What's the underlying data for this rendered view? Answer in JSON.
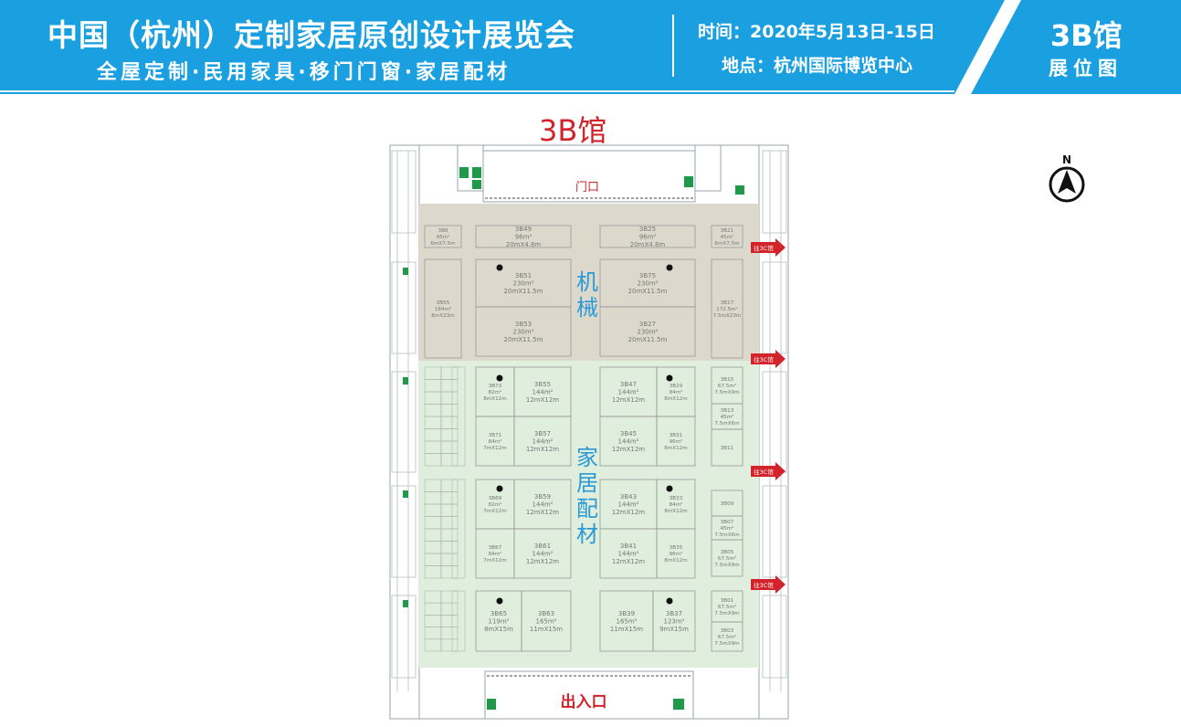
{
  "header": {
    "title": "中国（杭州）定制家居原创设计展览会",
    "subtitle": "全屋定制·民用家具·移门门窗·家居配材",
    "time_text": "时间：2020年5月13日-15日",
    "place_text": "地点：杭州国际博览中心",
    "hall": "3B馆",
    "map_label": "展位图",
    "color_primary": "#1aa0e0"
  },
  "plan": {
    "title": "3B馆",
    "compass_label": "N",
    "entrance_top": "门口",
    "entrance_bottom": "出入口",
    "arrow_label": "往3C馆",
    "zone_machinery": "机械",
    "zone_home": "家居配材",
    "colors": {
      "machinery": "#dcd8cb",
      "home": "#dfeedd",
      "arrow": "#d2232a",
      "zone_text": "#2a9ad6"
    },
    "booths": {
      "b3b8": {
        "id": "3B8",
        "area": "45m²",
        "dim": "6mX7.5m"
      },
      "b3b49": {
        "id": "3B49",
        "area": "96m²",
        "dim": "20mX4.8m"
      },
      "b3b25": {
        "id": "3B25",
        "area": "96m²",
        "dim": "20mX4.8m"
      },
      "b3b21": {
        "id": "3B21",
        "area": "45m²",
        "dim": "6mX7.5m"
      },
      "b3b55": {
        "id": "3B55",
        "area": "184m²",
        "dim": "8mX23m"
      },
      "b3b51": {
        "id": "3B51",
        "area": "230m²",
        "dim": "20mX11.5m"
      },
      "b3b53": {
        "id": "3B53",
        "area": "230m²",
        "dim": "20mX11.5m"
      },
      "b3b75": {
        "id": "3B75",
        "area": "230m²",
        "dim": "20mX11.5m"
      },
      "b3b27": {
        "id": "3B27",
        "area": "230m²",
        "dim": "20mX11.5m"
      },
      "b3b17": {
        "id": "3B17",
        "area": "172.5m²",
        "dim": "7.5mX23m"
      },
      "b3b73": {
        "id": "3B73",
        "area": "82m²",
        "dim": "8mX12m"
      },
      "b3b55b": {
        "id": "3B55",
        "area": "144m²",
        "dim": "12mX12m"
      },
      "b3b47": {
        "id": "3B47",
        "area": "144m²",
        "dim": "12mX12m"
      },
      "b3b29": {
        "id": "3B29",
        "area": "84m²",
        "dim": "8mX12m"
      },
      "b3b15": {
        "id": "3B15",
        "area": "67.5m²",
        "dim": "7.5mX9m"
      },
      "b3b13": {
        "id": "3B13",
        "area": "45m²",
        "dim": "7.5mX6m"
      },
      "b3b71": {
        "id": "3B71",
        "area": "84m²",
        "dim": "7mX12m"
      },
      "b3b57": {
        "id": "3B57",
        "area": "144m²",
        "dim": "12mX12m"
      },
      "b3b45": {
        "id": "3B45",
        "area": "144m²",
        "dim": "12mX12m"
      },
      "b3b31": {
        "id": "3B31",
        "area": "96m²",
        "dim": "8mX12m"
      },
      "b3b11": {
        "id": "3B11",
        "area": "",
        "dim": ""
      },
      "b3b69": {
        "id": "3B69",
        "area": "82m²",
        "dim": "7mX12m"
      },
      "b3b59": {
        "id": "3B59",
        "area": "144m²",
        "dim": "12mX12m"
      },
      "b3b43": {
        "id": "3B43",
        "area": "144m²",
        "dim": "12mX12m"
      },
      "b3b33": {
        "id": "3B33",
        "area": "84m²",
        "dim": "8mX12m"
      },
      "b3b09": {
        "id": "3B09",
        "area": "",
        "dim": ""
      },
      "b3b07": {
        "id": "3B07",
        "area": "45m²",
        "dim": "7.5mX6m"
      },
      "b3b05": {
        "id": "3B05",
        "area": "67.5m²",
        "dim": "7.5mX9m"
      },
      "b3b67": {
        "id": "3B67",
        "area": "84m²",
        "dim": "7mX12m"
      },
      "b3b61": {
        "id": "3B61",
        "area": "144m²",
        "dim": "12mX12m"
      },
      "b3b41": {
        "id": "3B41",
        "area": "144m²",
        "dim": "12mX12m"
      },
      "b3b35": {
        "id": "3B35",
        "area": "96m²",
        "dim": "8mX12m"
      },
      "b3b65": {
        "id": "3B65",
        "area": "119m²",
        "dim": "8mX15m"
      },
      "b3b63": {
        "id": "3B63",
        "area": "165m²",
        "dim": "11mX15m"
      },
      "b3b39": {
        "id": "3B39",
        "area": "165m²",
        "dim": "11mX15m"
      },
      "b3b37": {
        "id": "3B37",
        "area": "123m²",
        "dim": "9mX15m"
      },
      "b3b01": {
        "id": "3B01",
        "area": "67.5m²",
        "dim": "7.5mX9m"
      },
      "b3b03": {
        "id": "3B03",
        "area": "67.5m²",
        "dim": "7.5mX9m"
      }
    }
  }
}
